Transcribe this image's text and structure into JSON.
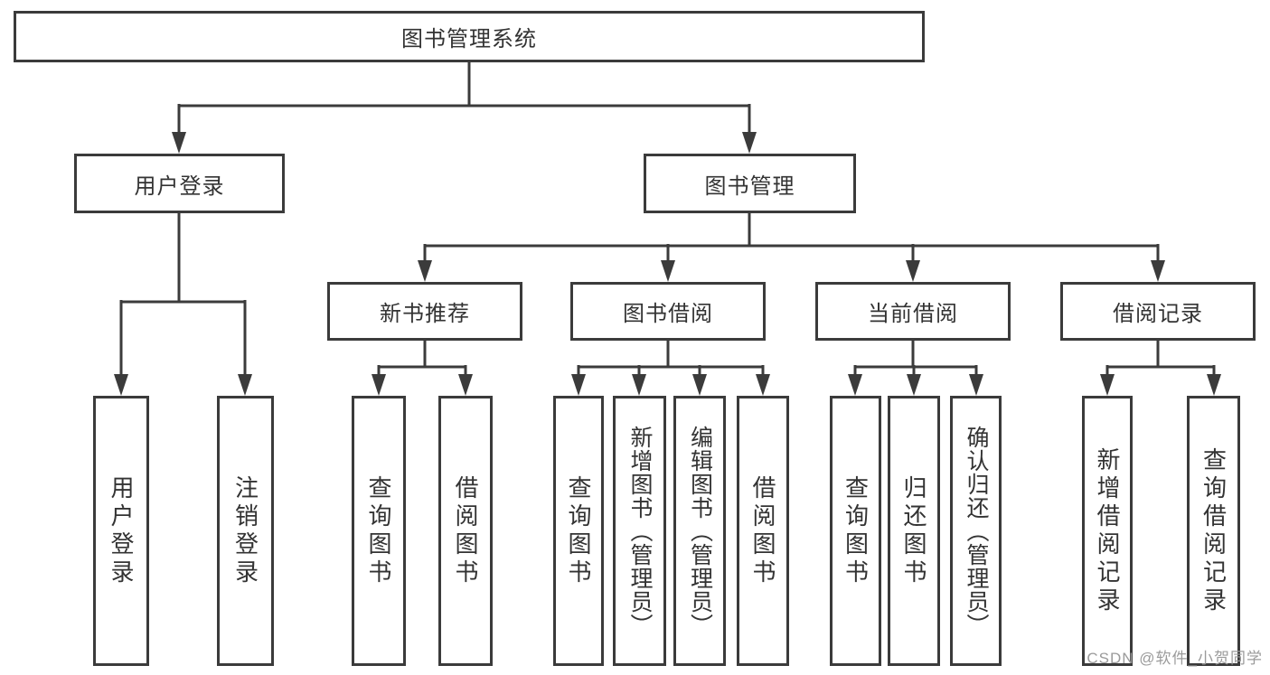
{
  "colors": {
    "line": "#3b3b3b",
    "box_fill": "#ffffff",
    "text": "#333333",
    "watermark": "#9b9b9b"
  },
  "watermark": {
    "text": "CSDN @软件_小贺同学"
  },
  "tree": {
    "label": "图书管理系统",
    "children": [
      {
        "label": "用户登录",
        "children": [
          {
            "label": "用户登录"
          },
          {
            "label": "注销登录"
          }
        ]
      },
      {
        "label": "图书管理",
        "children": [
          {
            "label": "新书推荐",
            "children": [
              {
                "label": "查询图书"
              },
              {
                "label": "借阅图书"
              }
            ]
          },
          {
            "label": "图书借阅",
            "children": [
              {
                "label": "查询图书"
              },
              {
                "label": "新增图书（管理员）"
              },
              {
                "label": "编辑图书（管理员）"
              },
              {
                "label": "借阅图书"
              }
            ]
          },
          {
            "label": "当前借阅",
            "children": [
              {
                "label": "查询图书"
              },
              {
                "label": "归还图书"
              },
              {
                "label": "确认归还（管理员）"
              }
            ]
          },
          {
            "label": "借阅记录",
            "children": [
              {
                "label": "新增借阅记录"
              },
              {
                "label": "查询借阅记录"
              }
            ]
          }
        ]
      }
    ]
  }
}
